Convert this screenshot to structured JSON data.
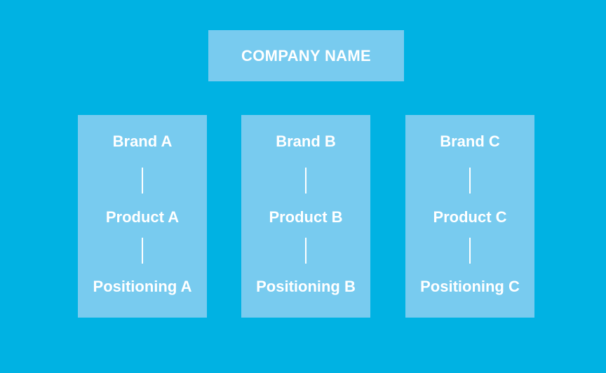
{
  "colors": {
    "background": "#00B2E3",
    "box": "#78CBEF",
    "text": "#FFFFFF",
    "connector": "#FFFFFF"
  },
  "company": {
    "label": "COMPANY NAME"
  },
  "brands": [
    {
      "brand": "Brand A",
      "product": "Product A",
      "positioning": "Positioning A"
    },
    {
      "brand": "Brand B",
      "product": "Product B",
      "positioning": "Positioning B"
    },
    {
      "brand": "Brand C",
      "product": "Product C",
      "positioning": "Positioning C"
    }
  ]
}
